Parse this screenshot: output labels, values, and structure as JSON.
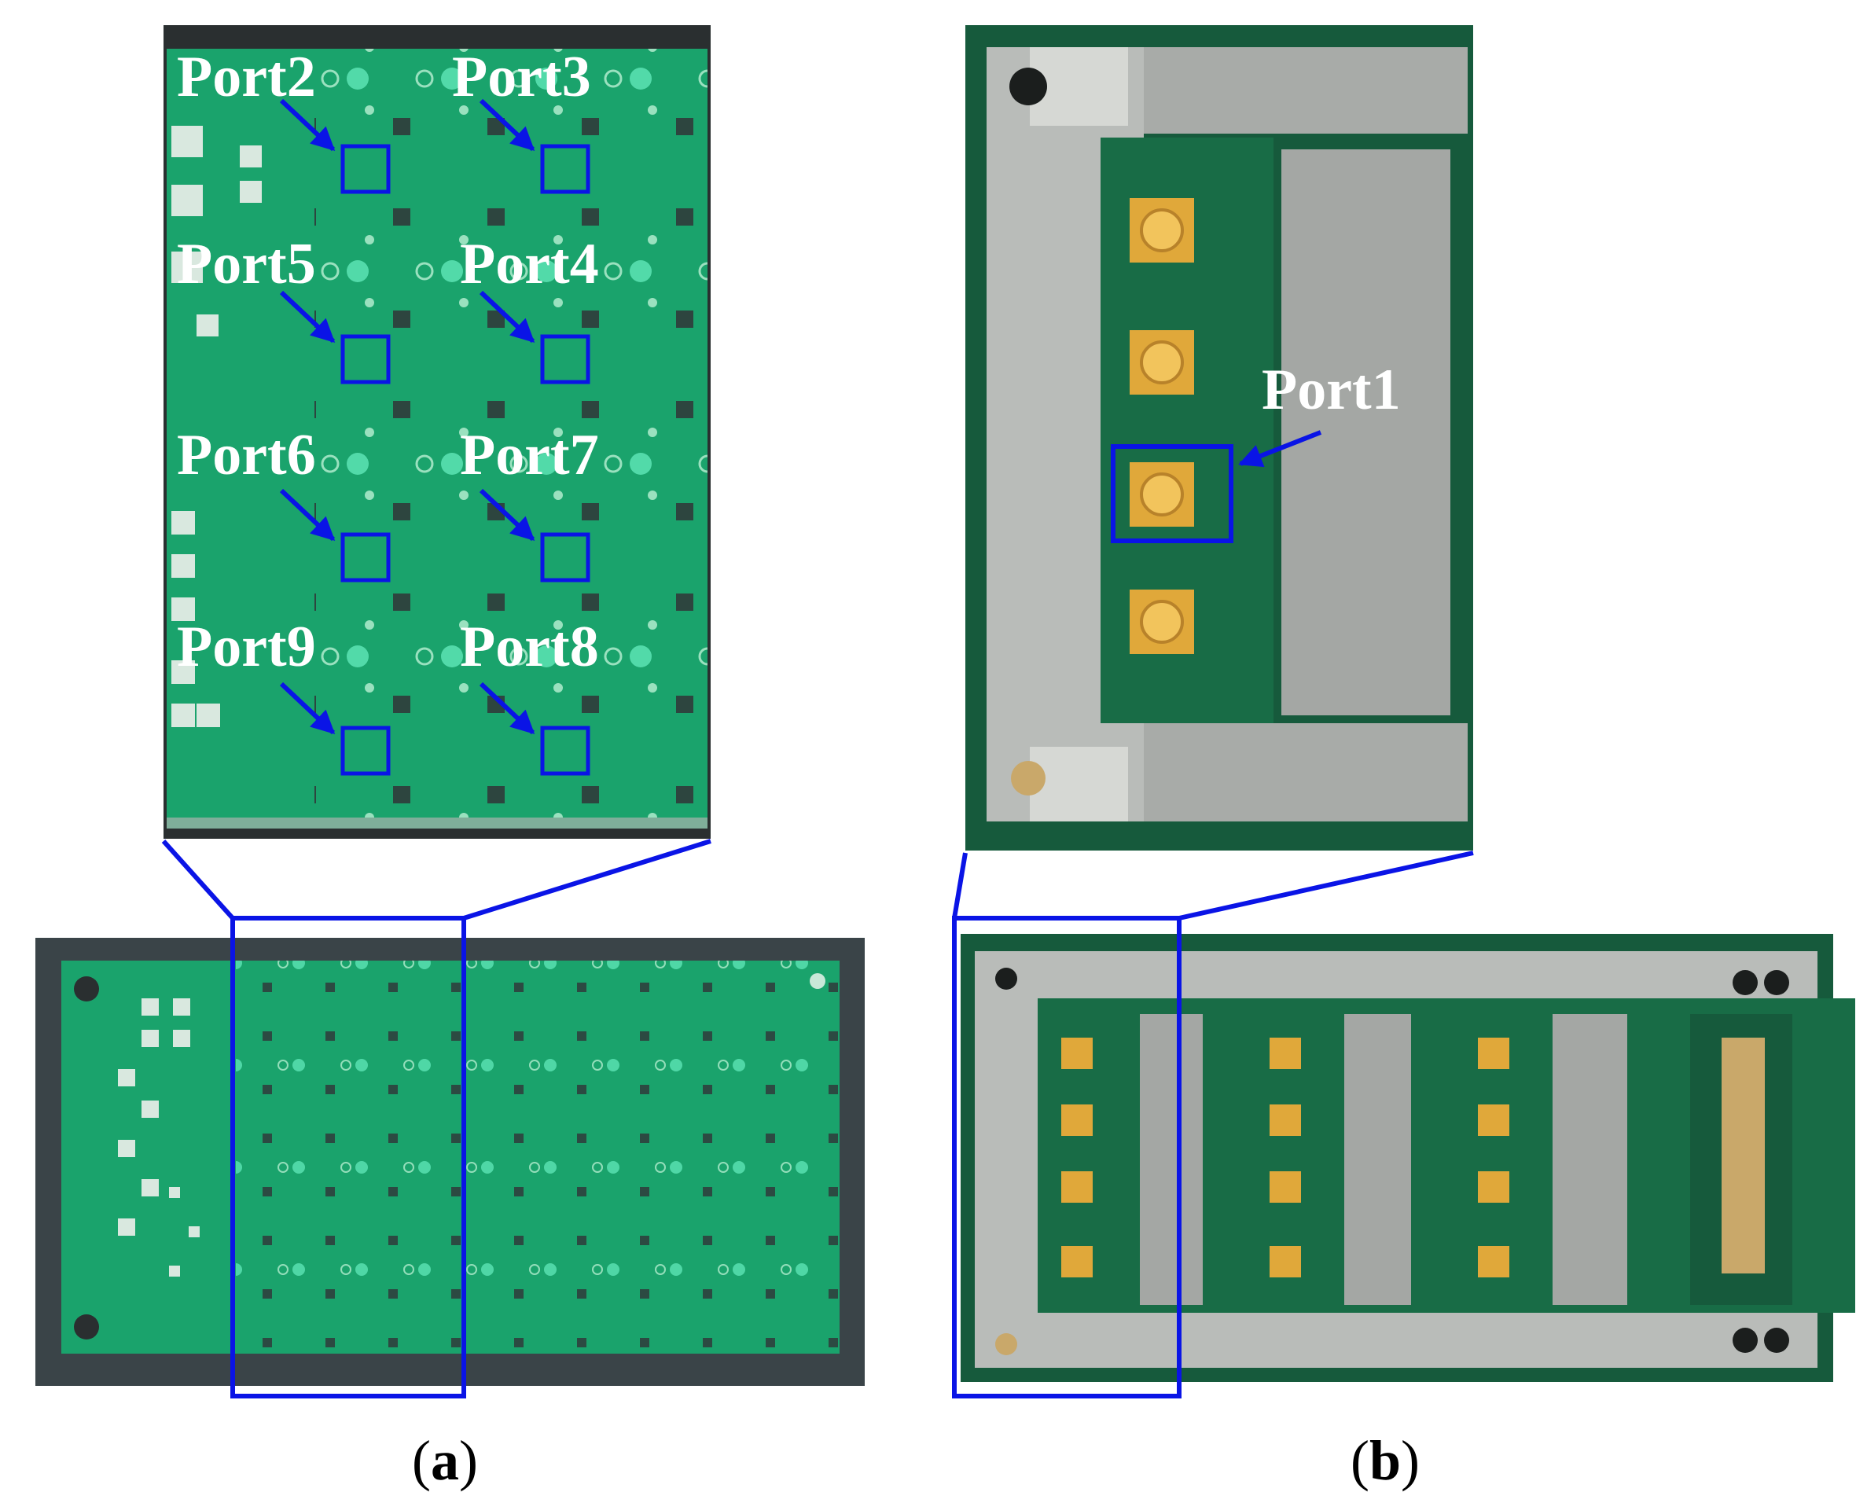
{
  "panel_a": {
    "ports": [
      {
        "id": "port2",
        "label": "Port2"
      },
      {
        "id": "port3",
        "label": "Port3"
      },
      {
        "id": "port5",
        "label": "Port5"
      },
      {
        "id": "port4",
        "label": "Port4"
      },
      {
        "id": "port6",
        "label": "Port6"
      },
      {
        "id": "port7",
        "label": "Port7"
      },
      {
        "id": "port9",
        "label": "Port9"
      },
      {
        "id": "port8",
        "label": "Port8"
      }
    ],
    "caption": {
      "open": "(",
      "letter": "a",
      "close": ")"
    }
  },
  "panel_b": {
    "ports": [
      {
        "id": "port1",
        "label": "Port1"
      }
    ],
    "caption": {
      "open": "(",
      "letter": "b",
      "close": ")"
    }
  },
  "colors": {
    "pcb_green": "#1aa36c",
    "pcb_dark_green": "#165a3c",
    "metal": "#b9bcb9",
    "connector_gold": "#e0a83a",
    "annotation_blue": "#0a14e6",
    "background_dark": "#3a4448"
  }
}
